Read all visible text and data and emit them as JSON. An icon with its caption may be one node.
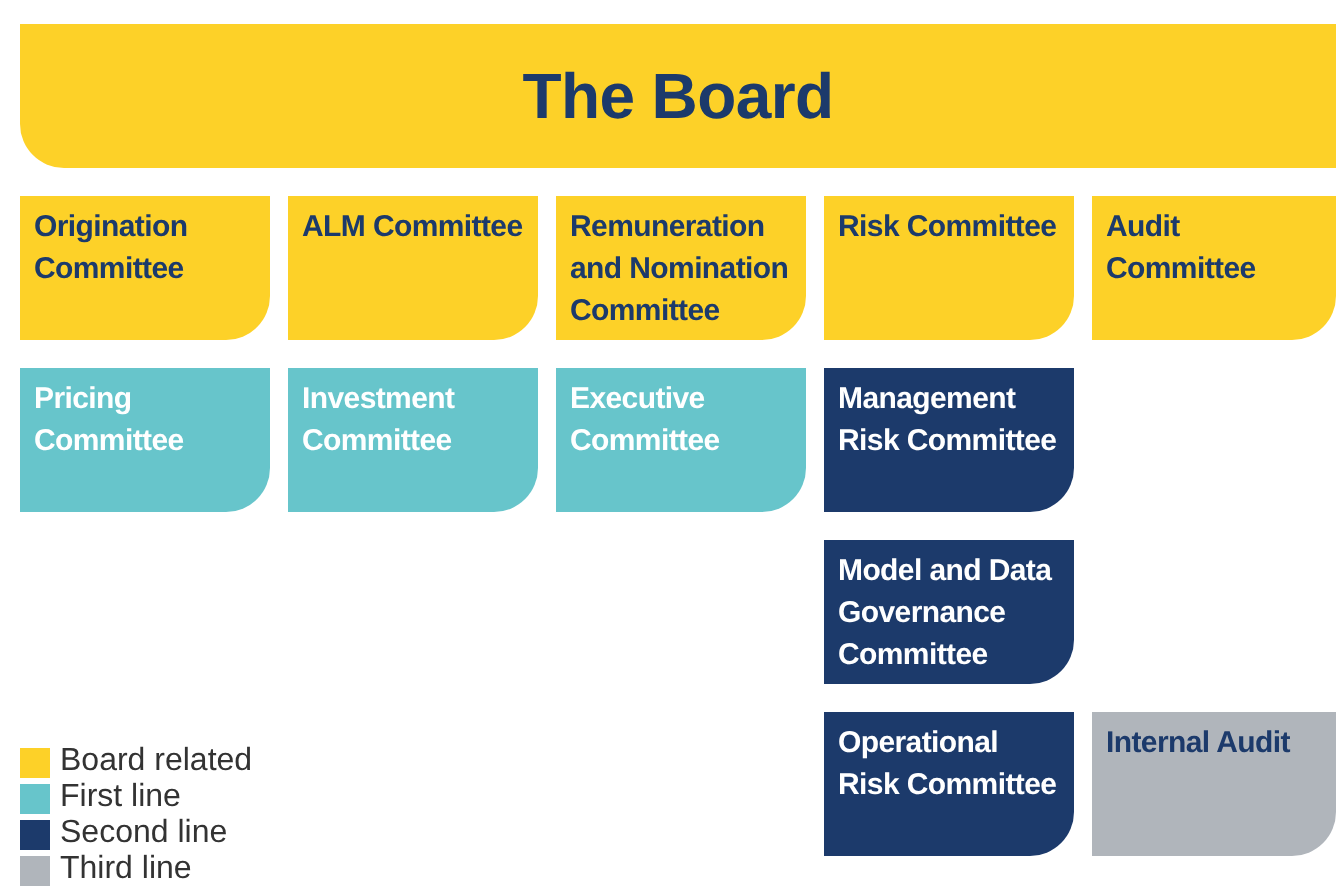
{
  "diagram": {
    "nodes": [
      {
        "text": [
          "The Board"
        ]
      },
      {
        "text": [
          "Origination Committee"
        ]
      },
      {
        "text": [
          "ALM Committee"
        ]
      },
      {
        "text": [
          "Remuneration and Nomination Committee"
        ]
      },
      {
        "text": [
          "Risk Committee"
        ]
      },
      {
        "text": [
          "Audit Committee"
        ]
      },
      {
        "text": [
          "Pricing Committee"
        ]
      },
      {
        "text": [
          "Investment Committee"
        ]
      },
      {
        "text": [
          "Executive Committee"
        ]
      },
      {
        "text": [
          "Management Risk Committee"
        ]
      },
      {
        "text": [
          "Model and Data Governance Committee"
        ]
      },
      {
        "text": [
          "Operational Risk Committee"
        ]
      },
      {
        "text": [
          "Internal Audit"
        ]
      }
    ],
    "legend": [
      {
        "text": "Board related",
        "color": "#fdd128"
      },
      {
        "text": "First line",
        "color": "#67c5cb"
      },
      {
        "text": "Second line",
        "color": "#1c3a6b"
      },
      {
        "text": "Third line",
        "color": "#b0b5bb"
      }
    ]
  }
}
